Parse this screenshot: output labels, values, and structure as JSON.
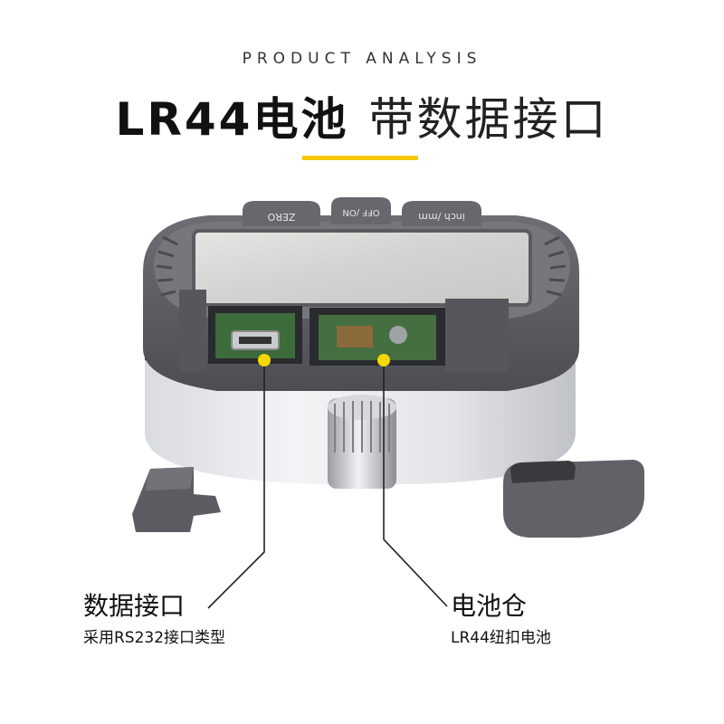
{
  "header": {
    "subtitle_en": "PRODUCT ANALYSIS",
    "headline_bold": "LR44电池",
    "headline_light": "带数据接口"
  },
  "device": {
    "button_zero": "ZERO",
    "button_onoff": "OFF /ON",
    "button_inch": "inch /mm"
  },
  "callouts": {
    "left": {
      "title": "数据接口",
      "description": "采用RS232接口类型"
    },
    "right": {
      "title": "电池仓",
      "description": "LR44纽扣电池"
    }
  },
  "colors": {
    "accent": "#f5c800",
    "housing": "#5e6066",
    "dot": "#f5d800"
  }
}
